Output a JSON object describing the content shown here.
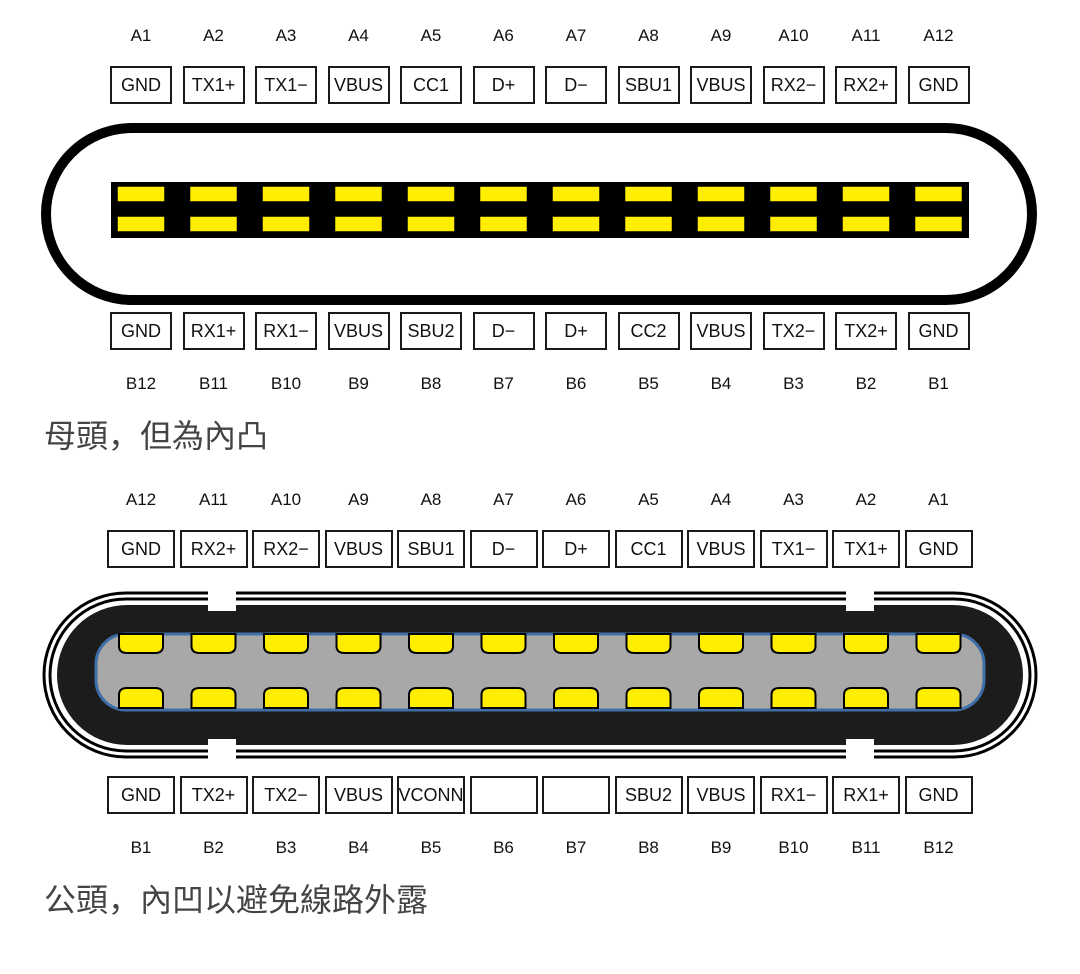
{
  "receptacle": {
    "top_ids": [
      "A1",
      "A2",
      "A3",
      "A4",
      "A5",
      "A6",
      "A7",
      "A8",
      "A9",
      "A10",
      "A11",
      "A12"
    ],
    "top_labels": [
      "GND",
      "TX1+",
      "TX1−",
      "VBUS",
      "CC1",
      "D+",
      "D−",
      "SBU1",
      "VBUS",
      "RX2−",
      "RX2+",
      "GND"
    ],
    "bottom_labels": [
      "GND",
      "RX1+",
      "RX1−",
      "VBUS",
      "SBU2",
      "D−",
      "D+",
      "CC2",
      "VBUS",
      "TX2−",
      "TX2+",
      "GND"
    ],
    "bottom_ids": [
      "B12",
      "B11",
      "B10",
      "B9",
      "B8",
      "B7",
      "B6",
      "B5",
      "B4",
      "B3",
      "B2",
      "B1"
    ],
    "caption": "母頭，但為內凸"
  },
  "plug": {
    "top_ids": [
      "A12",
      "A11",
      "A10",
      "A9",
      "A8",
      "A7",
      "A6",
      "A5",
      "A4",
      "A3",
      "A2",
      "A1"
    ],
    "top_labels": [
      "GND",
      "RX2+",
      "RX2−",
      "VBUS",
      "SBU1",
      "D−",
      "D+",
      "CC1",
      "VBUS",
      "TX1−",
      "TX1+",
      "GND"
    ],
    "bottom_labels": [
      "GND",
      "TX2+",
      "TX2−",
      "VBUS",
      "VCONN",
      "",
      "",
      "SBU2",
      "VBUS",
      "RX1−",
      "RX1+",
      "GND"
    ],
    "bottom_ids": [
      "B1",
      "B2",
      "B3",
      "B4",
      "B5",
      "B6",
      "B7",
      "B8",
      "B9",
      "B10",
      "B11",
      "B12"
    ],
    "caption": "公頭，內凹以避免線路外露"
  },
  "colors": {
    "pin_yellow": "#ffee00",
    "shell_black": "#000000",
    "plug_tongue_gray": "#a8a8a8",
    "plug_tongue_outline": "#3f6fa8",
    "caption_gray": "#444444"
  }
}
